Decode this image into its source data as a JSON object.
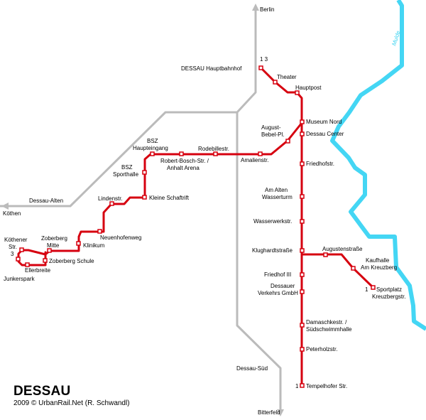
{
  "map": {
    "title": "DESSAU",
    "credit": "2009 © UrbanRail.Net (R. Schwandl)",
    "river": "Mulde",
    "colors": {
      "tram": "#d6000f",
      "rail": "#bbbbbb",
      "river": "#44d6f4",
      "stop_fill": "#ffffff"
    }
  },
  "rail_destinations": {
    "berlin": "Berlin",
    "bitterfeld": "Bitterfeld",
    "koethen": "Köthen"
  },
  "line_numbers": {
    "hbf": "1 3",
    "tempelhofer": "1",
    "sportplatz": "1",
    "junkerspark": "3"
  },
  "stations": {
    "hauptbahnhof": "DESSAU Hauptbahnhof",
    "theater": "Theater",
    "hauptpost": "Hauptpost",
    "museum_nord": "Museum Nord",
    "dessau_center": "Dessau Center",
    "august_bebel_1": "August-",
    "august_bebel_2": "Bebel-Pl.",
    "friedhofstr": "Friedhofstr.",
    "am_alten_1": "Am Alten",
    "am_alten_2": "Wasserturm",
    "wasserwerkstr": "Wasserwerkstr.",
    "klughardtstrasse": "Klughardtstraße",
    "augustenstrasse": "Augustenstraße",
    "kaufhalle": "Kaufhalle",
    "am_kreuzberg": "Am Kreuzberg",
    "sportplatz_1": "Sportplatz",
    "sportplatz_2": "Kreuzbergstr.",
    "friedhof_iii": "Friedhof III",
    "verkehrs_1": "Dessauer",
    "verkehrs_2": "Verkehrs GmbH",
    "damaschke_1": "Damaschkestr. /",
    "damaschke_2": "Südschwimmhalle",
    "peterholzstr": "Peterholzstr.",
    "tempelhofer": "Tempelhofer Str.",
    "dessau_sued": "Dessau-Süd",
    "amalienstr": "Amalienstr.",
    "rodebillestr": "Rodebillestr.",
    "bosch_1": "Robert-Bosch-Str. /",
    "bosch_2": "Anhalt Arena",
    "bsz_haupt_1": "BSZ",
    "bsz_haupt_2": "Haupteingang",
    "bsz_sport_1": "BSZ",
    "bsz_sport_2": "Sporthalle",
    "kleine_schaftrift": "Kleine Schaftrift",
    "lindenstr": "Lindenstr.",
    "neuenhofenweg": "Neuenhofenweg",
    "klinikum": "Klinikum",
    "zoberberg_mitte_1": "Zoberberg",
    "zoberberg_mitte_2": "Mitte",
    "zoberberg_schule": "Zoberberg Schule",
    "koethener_1": "Köthener",
    "koethener_2": "Str.",
    "ellerbreite": "Ellerbreite",
    "junkerspark": "Junkerspark",
    "dessau_alten": "Dessau-Alten"
  }
}
